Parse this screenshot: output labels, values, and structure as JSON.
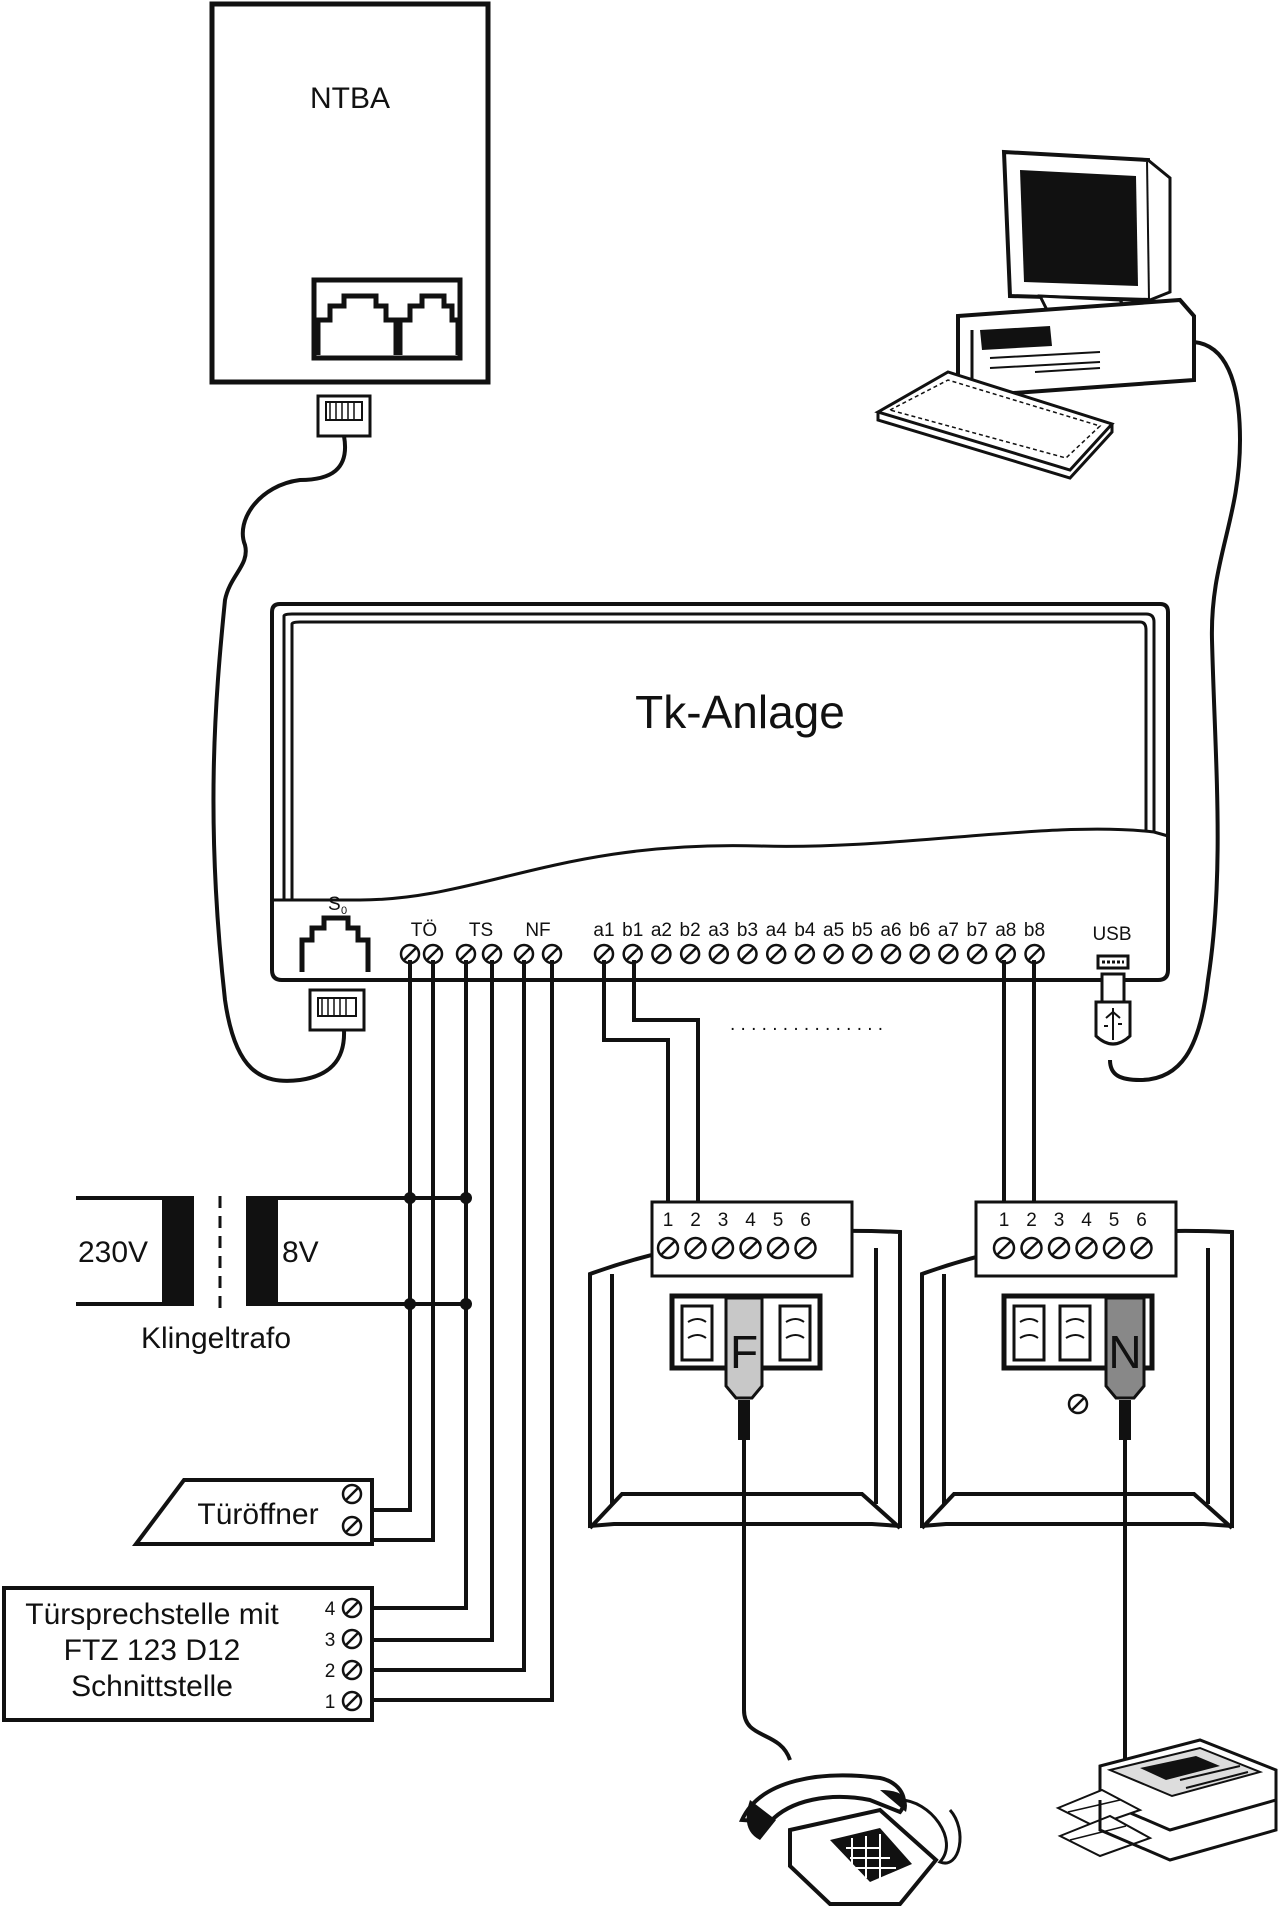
{
  "labels": {
    "ntba": "NTBA",
    "tk_anlage": "Tk-Anlage",
    "s0": "S",
    "s0_sub": "0",
    "usb": "USB",
    "tö": "TÖ",
    "ts": "TS",
    "nf": "NF",
    "v230": "230V",
    "v8": "8V",
    "klingeltrafo": "Klingeltrafo",
    "tueroeffner": "Türöffner",
    "tuersprech_line1": "Türsprechstelle mit",
    "tuersprech_line2": "FTZ 123 D12",
    "tuersprech_line3": "Schnittstelle",
    "socket_f": "F",
    "socket_n": "N",
    "dots": ". . . . . . . . . . . . . . ."
  },
  "terminals": [
    "a1",
    "b1",
    "a2",
    "b2",
    "a3",
    "b3",
    "a4",
    "b4",
    "a5",
    "b5",
    "a6",
    "b6",
    "a7",
    "b7",
    "a8",
    "b8"
  ],
  "socket_pins": [
    "1",
    "2",
    "3",
    "4",
    "5",
    "6"
  ],
  "door_pins": [
    "4",
    "3",
    "2",
    "1"
  ],
  "colors": {
    "ink": "#111111",
    "background": "#ffffff",
    "plug_f": "#c8c8c8",
    "plug_n": "#888888"
  }
}
